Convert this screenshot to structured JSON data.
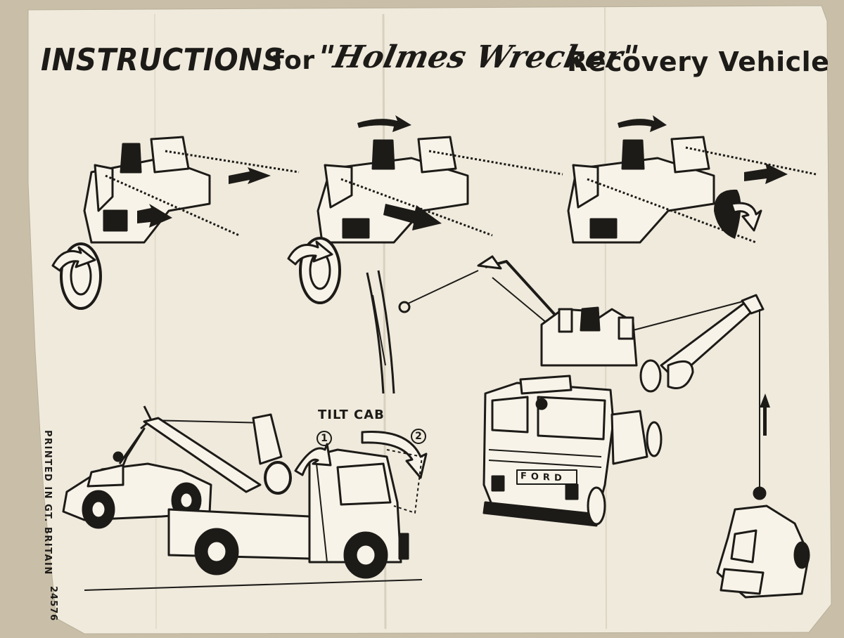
{
  "title": {
    "instructions": "INSTRUCTIONS",
    "for": "for",
    "brand": "\"Holmes Wrecker\"",
    "subject": "Recovery Vehicle"
  },
  "labels": {
    "tilt_cab": "TILT CAB",
    "step_one": "1",
    "step_two": "2",
    "vehicle_badge": "FORD"
  },
  "footer": {
    "printed": "PRINTED IN GT. BRITAIN",
    "code": "24576"
  },
  "colors": {
    "paper": "#efeadc",
    "ink": "#1d1b18",
    "background": "#c9bfa9"
  }
}
